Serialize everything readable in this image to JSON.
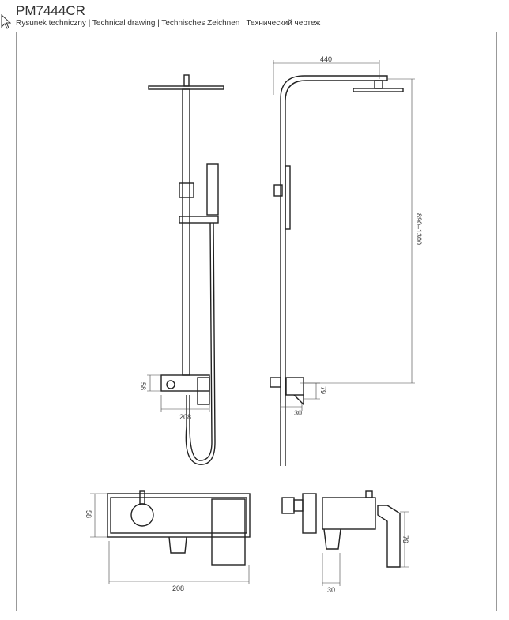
{
  "title": "PM7444CR",
  "subtitle": "Rysunek techniczny | Technical drawing | Technisches Zeichnen | Технический чертеж",
  "dimensions": {
    "front_mixer_height": "58",
    "front_mixer_width": "208",
    "side_arm_reach": "440",
    "side_height_range": "890–1300",
    "side_mixer_height": "79",
    "side_mixer_depth": "30",
    "detail_front_height": "58",
    "detail_front_width": "208",
    "detail_side_height": "79",
    "detail_side_depth": "30"
  }
}
